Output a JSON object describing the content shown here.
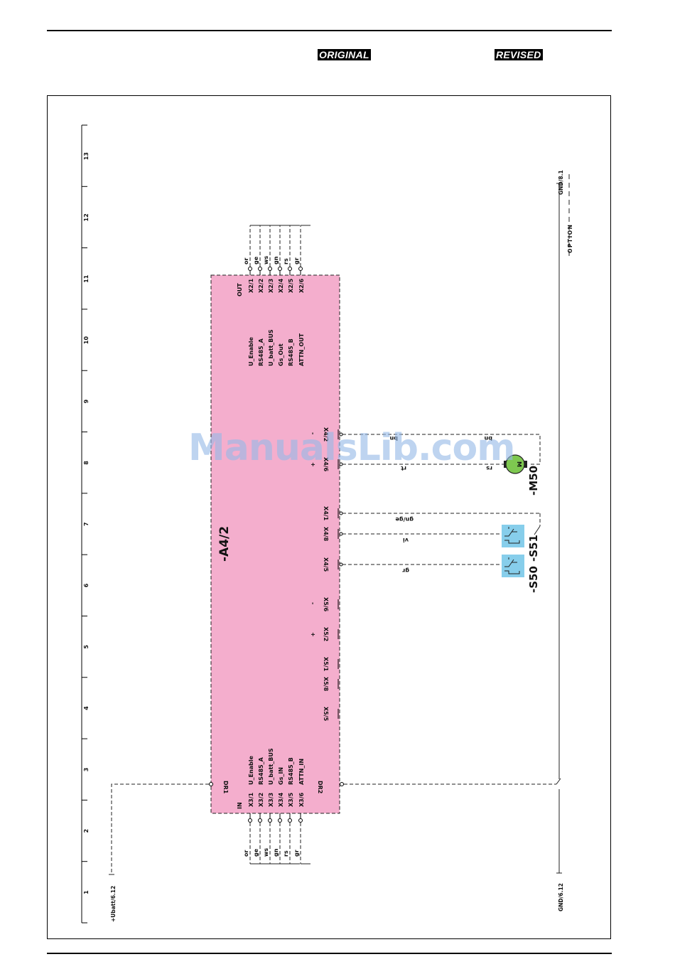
{
  "header": {
    "original_label": "ORIGINAL",
    "revised_label": "REVISED"
  },
  "ruler": {
    "numbers": [
      "1",
      "2",
      "3",
      "4",
      "5",
      "6",
      "7",
      "8",
      "9",
      "10",
      "11",
      "12",
      "13"
    ]
  },
  "module": {
    "name": "-A4/2",
    "out_group": "OUT",
    "in_group": "IN",
    "out_pins": [
      {
        "name": "U_Enable",
        "pin": "X2/1",
        "color": "or"
      },
      {
        "name": "RS485_A",
        "pin": "X2/2",
        "color": "ge"
      },
      {
        "name": "U_batt_BUS",
        "pin": "X2/3",
        "color": "ws"
      },
      {
        "name": "Gs_Out",
        "pin": "X2/4",
        "color": "gn"
      },
      {
        "name": "RS485_B",
        "pin": "X2/5",
        "color": "rs"
      },
      {
        "name": "ATTN_OUT",
        "pin": "X2/6",
        "color": "gr"
      }
    ],
    "in_pins": [
      {
        "name": "U_Enable",
        "pin": "X3/1",
        "color": "or"
      },
      {
        "name": "RS485_A",
        "pin": "X3/2",
        "color": "ge"
      },
      {
        "name": "U_batt_BUS",
        "pin": "X3/3",
        "color": "ws"
      },
      {
        "name": "Gs_IN",
        "pin": "X3/4",
        "color": "gn"
      },
      {
        "name": "RS485_B",
        "pin": "X3/5",
        "color": "rs"
      },
      {
        "name": "ATTN_IN",
        "pin": "X3/6",
        "color": "gr"
      }
    ],
    "right_pins": [
      {
        "pin": "X4/2",
        "pol": "-"
      },
      {
        "pin": "X4/6",
        "pol": "+"
      },
      {
        "pin": "X4/1",
        "pol": ""
      },
      {
        "pin": "X4/8",
        "pol": ""
      },
      {
        "pin": "X4/5",
        "pol": ""
      },
      {
        "pin": "X5/6",
        "pol": "-"
      },
      {
        "pin": "X5/2",
        "pol": "+"
      },
      {
        "pin": "X5/1",
        "pol": ""
      },
      {
        "pin": "X5/8",
        "pol": ""
      },
      {
        "pin": "X5/5",
        "pol": ""
      }
    ],
    "dr1": "DR1",
    "dr2": "DR2"
  },
  "wires": {
    "bn": "bn",
    "rt": "rt",
    "rs": "rs",
    "gnge": "gn/ge",
    "vi": "vi",
    "gr": "gr"
  },
  "components": {
    "motor": "-M50",
    "motor_symbol": "M",
    "switch1": "-S50",
    "switch2": "-S51",
    "switch_color": "#87ceeb",
    "motor_color": "#7ec850",
    "module_color": "#f4aecd"
  },
  "refs": {
    "ubatt": "+Ubatt/6.12",
    "gnd_bottom": "GND/6.12",
    "gnd_top": "GND/8.1",
    "option": "OPTION"
  },
  "watermark": "ManualsLib.com"
}
